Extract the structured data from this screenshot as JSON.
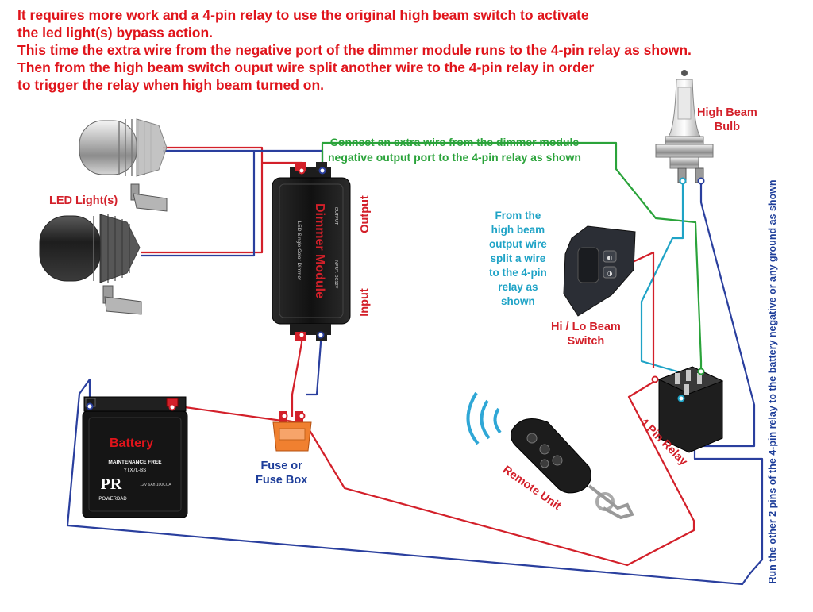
{
  "intro": {
    "lines": [
      "It requires more work and a 4-pin relay to use the original high beam switch to activate",
      "the led light(s) bypass action.",
      "This time the extra wire from the negative port of the dimmer module runs to the 4-pin relay as shown.",
      "Then from the high beam switch ouput wire split another wire to the 4-pin relay in order",
      "to trigger the relay when high beam turned on."
    ]
  },
  "labels": {
    "led_lights": "LED Light(s)",
    "high_beam_bulb": [
      "High Beam",
      "Bulb"
    ],
    "green_note": [
      "Connect an extra wire from the dimmer module",
      "negative output port to the 4-pin relay as shown"
    ],
    "cyan_note": [
      "From the",
      "high beam",
      "output wire",
      "split a wire",
      "to the 4-pin",
      "relay as",
      "shown"
    ],
    "switch": [
      "Hi / Lo Beam",
      "Switch"
    ],
    "output": "Output",
    "input": "Input",
    "battery": "Battery",
    "fuse": [
      "Fuse or",
      "Fuse Box"
    ],
    "remote": "Remote Unit",
    "relay": "4 Pin Relay",
    "ground_note": "Run the other 2 pins of the 4-pin relay to the battery negative or any ground as shown"
  },
  "module": {
    "title": "Dimmer Module",
    "subtitle": "LED Single Color Dimmer",
    "input_spec": "INPUT: DC12V",
    "output_spec": "OUTPUT"
  },
  "battery_face": {
    "maintenance": "MAINTENANCE FREE",
    "model": "YTX7L-BS",
    "brand": "POWERDAD",
    "specs": "12V 6Ah 100CCA"
  },
  "colors": {
    "positive_wire": "#d3202a",
    "negative_wire": "#2a3f9e",
    "signal_wire": "#2aa33a",
    "switch_tap_wire": "#1fa3c6"
  }
}
